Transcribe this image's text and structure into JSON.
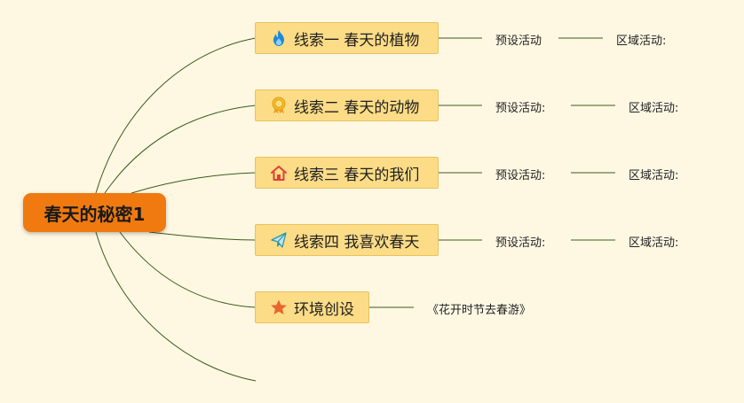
{
  "root": {
    "label": "春天的秘密1"
  },
  "branches": [
    {
      "label": "线索一 春天的植物",
      "icon": "flame-icon",
      "preset": "预设活动",
      "area": "区域活动:"
    },
    {
      "label": "线索二 春天的动物",
      "icon": "medal-icon",
      "preset": "预设活动:",
      "area": "区域活动:"
    },
    {
      "label": "线索三 春天的我们",
      "icon": "home-icon",
      "preset": "预设活动:",
      "area": "区域活动:"
    },
    {
      "label": "线索四 我喜欢春天",
      "icon": "paper-plane-icon",
      "preset": "预设活动:",
      "area": "区域活动:"
    },
    {
      "label": "环境创设",
      "icon": "star-icon",
      "note": "《花开时节去春游》"
    }
  ],
  "colors": {
    "background": "#fef8e3",
    "root_fill": "#f07a10",
    "node_fill": "#fcdc86",
    "connector": "#3d5a1a"
  }
}
